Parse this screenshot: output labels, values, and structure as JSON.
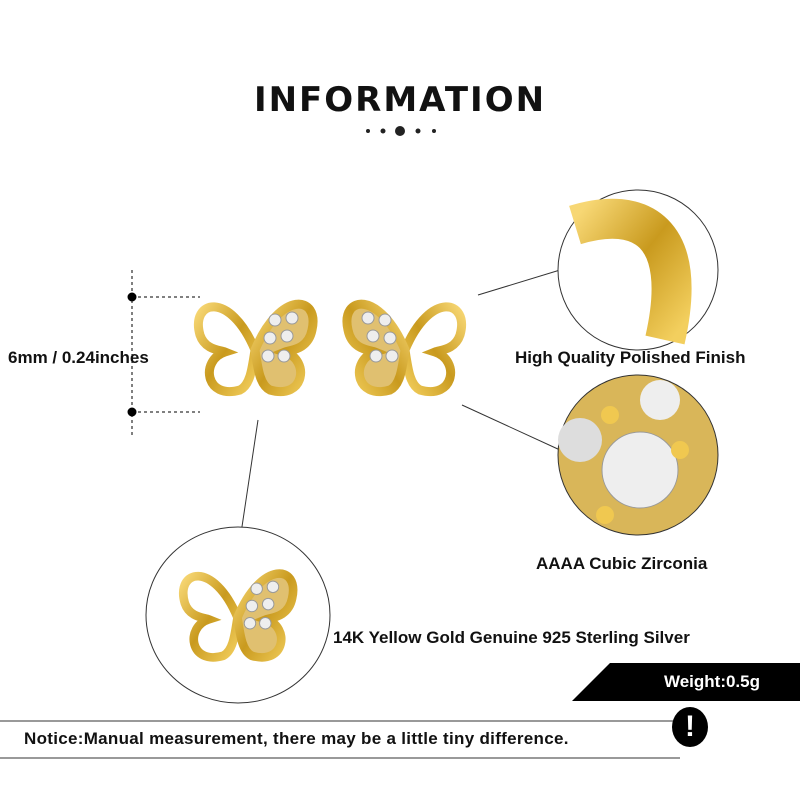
{
  "title": "INFORMATION",
  "dimension": "6mm / 0.24inches",
  "features": [
    {
      "label": "High Quality Polished Finish",
      "icon": "polished-gold-closeup"
    },
    {
      "label": "AAAA Cubic Zirconia",
      "icon": "zirconia-closeup"
    },
    {
      "label": "14K Yellow Gold Genuine 925 Sterling Silver",
      "icon": "butterfly-earring-closeup"
    }
  ],
  "weight": "Weight:0.5g",
  "notice": "Notice:Manual measurement, there may be a little tiny difference.",
  "notice_icon": "!",
  "colors": {
    "gold": "#d4a52a",
    "black": "#000000"
  }
}
